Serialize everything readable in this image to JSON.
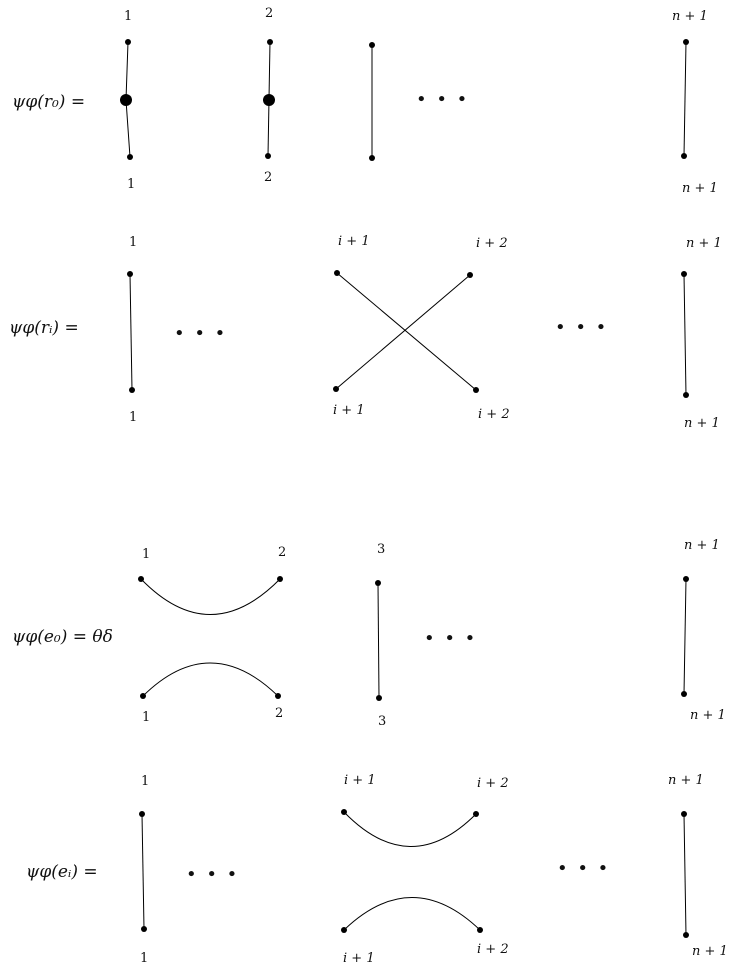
{
  "panels": [
    {
      "equation": "ψφ(r₀) =",
      "top_labels": [
        "1",
        "2",
        "n + 1"
      ],
      "bottom_labels": [
        "1",
        "2",
        "n + 1"
      ],
      "ellipsis": "• • •"
    },
    {
      "equation": "ψφ(rᵢ) =",
      "top_labels": [
        "1",
        "i + 1",
        "i + 2",
        "n + 1"
      ],
      "bottom_labels": [
        "1",
        "i + 1",
        "i + 2",
        "n + 1"
      ],
      "ellipsis_left": "• • •",
      "ellipsis_right": "• • •"
    },
    {
      "equation": "ψφ(e₀) = θδ",
      "top_labels": [
        "1",
        "2",
        "3",
        "n + 1"
      ],
      "bottom_labels": [
        "1",
        "2",
        "3",
        "n + 1"
      ],
      "ellipsis": "• • •"
    },
    {
      "equation": "ψφ(eᵢ) =",
      "top_labels": [
        "1",
        "i + 1",
        "i + 2",
        "n + 1"
      ],
      "bottom_labels": [
        "1",
        "i + 1",
        "i + 2",
        "n + 1"
      ],
      "ellipsis_left": "• • •",
      "ellipsis_right": "• • •"
    }
  ]
}
